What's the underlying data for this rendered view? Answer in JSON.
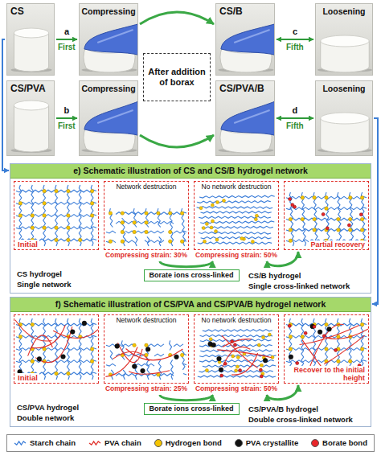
{
  "diagram": {
    "nodes": [
      {
        "text": [
          "CS"
        ]
      },
      {
        "text": [
          "Compressing"
        ]
      },
      {
        "text": [
          "After addition of borax"
        ]
      },
      {
        "text": [
          "CS/B"
        ]
      },
      {
        "text": [
          "Loosening"
        ]
      },
      {
        "text": [
          "CS/PVA"
        ]
      },
      {
        "text": [
          "Compressing"
        ]
      },
      {
        "text": [
          "CS/PVA/B"
        ]
      },
      {
        "text": [
          "Loosening"
        ]
      },
      {
        "text": [
          "e) Schematic illustration of CS and CS/B hydrogel network"
        ]
      },
      {
        "text": [
          "Initial"
        ],
        "in": 9
      },
      {
        "text": [
          "Network destruction",
          "Compressing strain: 30%"
        ],
        "in": 9
      },
      {
        "text": [
          "No network destruction",
          "Compressing strain: 50%"
        ],
        "in": 9
      },
      {
        "text": [
          "Partial recovery"
        ],
        "in": 9
      },
      {
        "text": [
          "Borate ions cross-linked"
        ],
        "in": 9
      },
      {
        "text": [
          "f) Schematic illustration of CS/PVA and CS/PVA/B hydrogel network"
        ]
      },
      {
        "text": [
          "Initial"
        ],
        "in": 15
      },
      {
        "text": [
          "Network destruction",
          "Compressing strain: 25%"
        ],
        "in": 15
      },
      {
        "text": [
          "No network destruction",
          "Compressing strain: 50%"
        ],
        "in": 15
      },
      {
        "text": [
          "Recover to the initial height"
        ],
        "in": 15
      },
      {
        "text": [
          "Borate ions cross-linked"
        ],
        "in": 15
      }
    ],
    "edges": [
      {
        "from": 0,
        "to": 1,
        "arrow": "to",
        "label": "a"
      },
      {
        "from": 1,
        "to": 3,
        "arrow": "to"
      },
      {
        "from": 3,
        "to": 4,
        "arrow": "both",
        "label": "c"
      },
      {
        "from": 5,
        "to": 6,
        "arrow": "to",
        "label": "b"
      },
      {
        "from": 6,
        "to": 7,
        "arrow": "to"
      },
      {
        "from": 7,
        "to": 8,
        "arrow": "both",
        "label": "d"
      },
      {
        "from": 0,
        "to": 9,
        "arrow": "to"
      },
      {
        "from": 8,
        "to": 15,
        "arrow": "to"
      },
      {
        "from": 11,
        "to": 12,
        "arrow": "to"
      },
      {
        "from": 12,
        "to": 13,
        "arrow": "both"
      },
      {
        "from": 17,
        "to": 18,
        "arrow": "to"
      },
      {
        "from": 18,
        "to": 19,
        "arrow": "both"
      }
    ],
    "labels": [
      "First",
      "Fifth",
      "First",
      "Fifth",
      "CS hydrogel",
      "Single network",
      "CS/B hydrogel",
      "Single cross-linked network",
      "CS/PVA hydrogel",
      "Double network",
      "CS/PVA/B hydrogel",
      "Double cross-linked network"
    ],
    "legend": [
      {
        "text": "Starch chain"
      },
      {
        "text": "PVA chain"
      },
      {
        "text": "Hydrogen bond",
        "color": "#f5c400"
      },
      {
        "text": "PVA crystallite",
        "color": "#111111"
      },
      {
        "text": "Borate bond",
        "color": "#e8262a"
      }
    ]
  }
}
